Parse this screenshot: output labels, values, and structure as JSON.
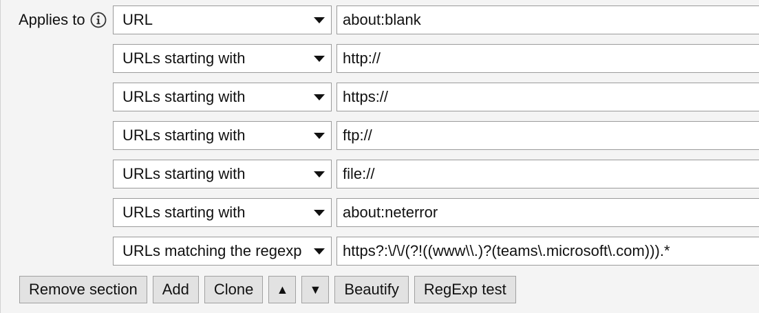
{
  "section": {
    "applies_to_label": "Applies to",
    "rules": [
      {
        "type": "URL",
        "value": "about:blank"
      },
      {
        "type": "URLs starting with",
        "value": "http://"
      },
      {
        "type": "URLs starting with",
        "value": "https://"
      },
      {
        "type": "URLs starting with",
        "value": "ftp://"
      },
      {
        "type": "URLs starting with",
        "value": "file://"
      },
      {
        "type": "URLs starting with",
        "value": "about:neterror"
      },
      {
        "type": "URLs matching the regexp",
        "value": "https?:\\/\\/(?!((www\\\\.)?(teams\\.microsoft\\.com))).*"
      }
    ]
  },
  "buttons": {
    "remove_section": "Remove section",
    "add": "Add",
    "clone": "Clone",
    "move_up": "▲",
    "move_down": "▼",
    "beautify": "Beautify",
    "regexp_test": "RegExp test"
  },
  "icons": {
    "info": "info-icon",
    "dropdown": "chevron-down-icon"
  }
}
